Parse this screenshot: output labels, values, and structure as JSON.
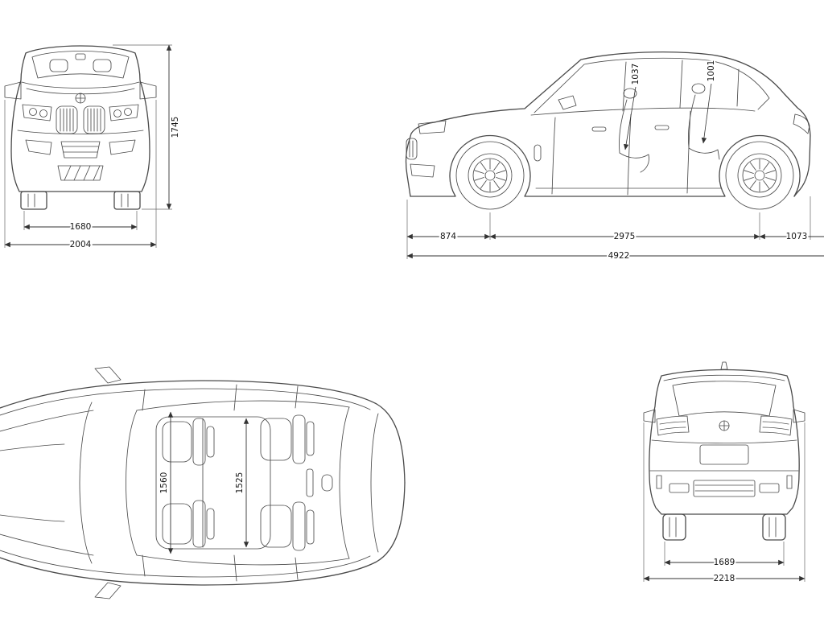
{
  "palette": {
    "background": "#ffffff",
    "car_line": "#4a4a4a",
    "dim_line": "#333333",
    "text": "#141414"
  },
  "views": {
    "front": {
      "dims": {
        "height": "1745",
        "track": "1680",
        "width": "2004"
      }
    },
    "side": {
      "dims": {
        "front_overhang": "874",
        "wheelbase": "2975",
        "rear_overhang": "1073",
        "length": "4922",
        "front_seat_height": "1037",
        "rear_seat_height": "1001"
      }
    },
    "top": {
      "dims": {
        "front_width": "1560",
        "rear_width": "1525"
      }
    },
    "rear": {
      "dims": {
        "track": "1689",
        "width_mirrors": "2218"
      }
    }
  }
}
